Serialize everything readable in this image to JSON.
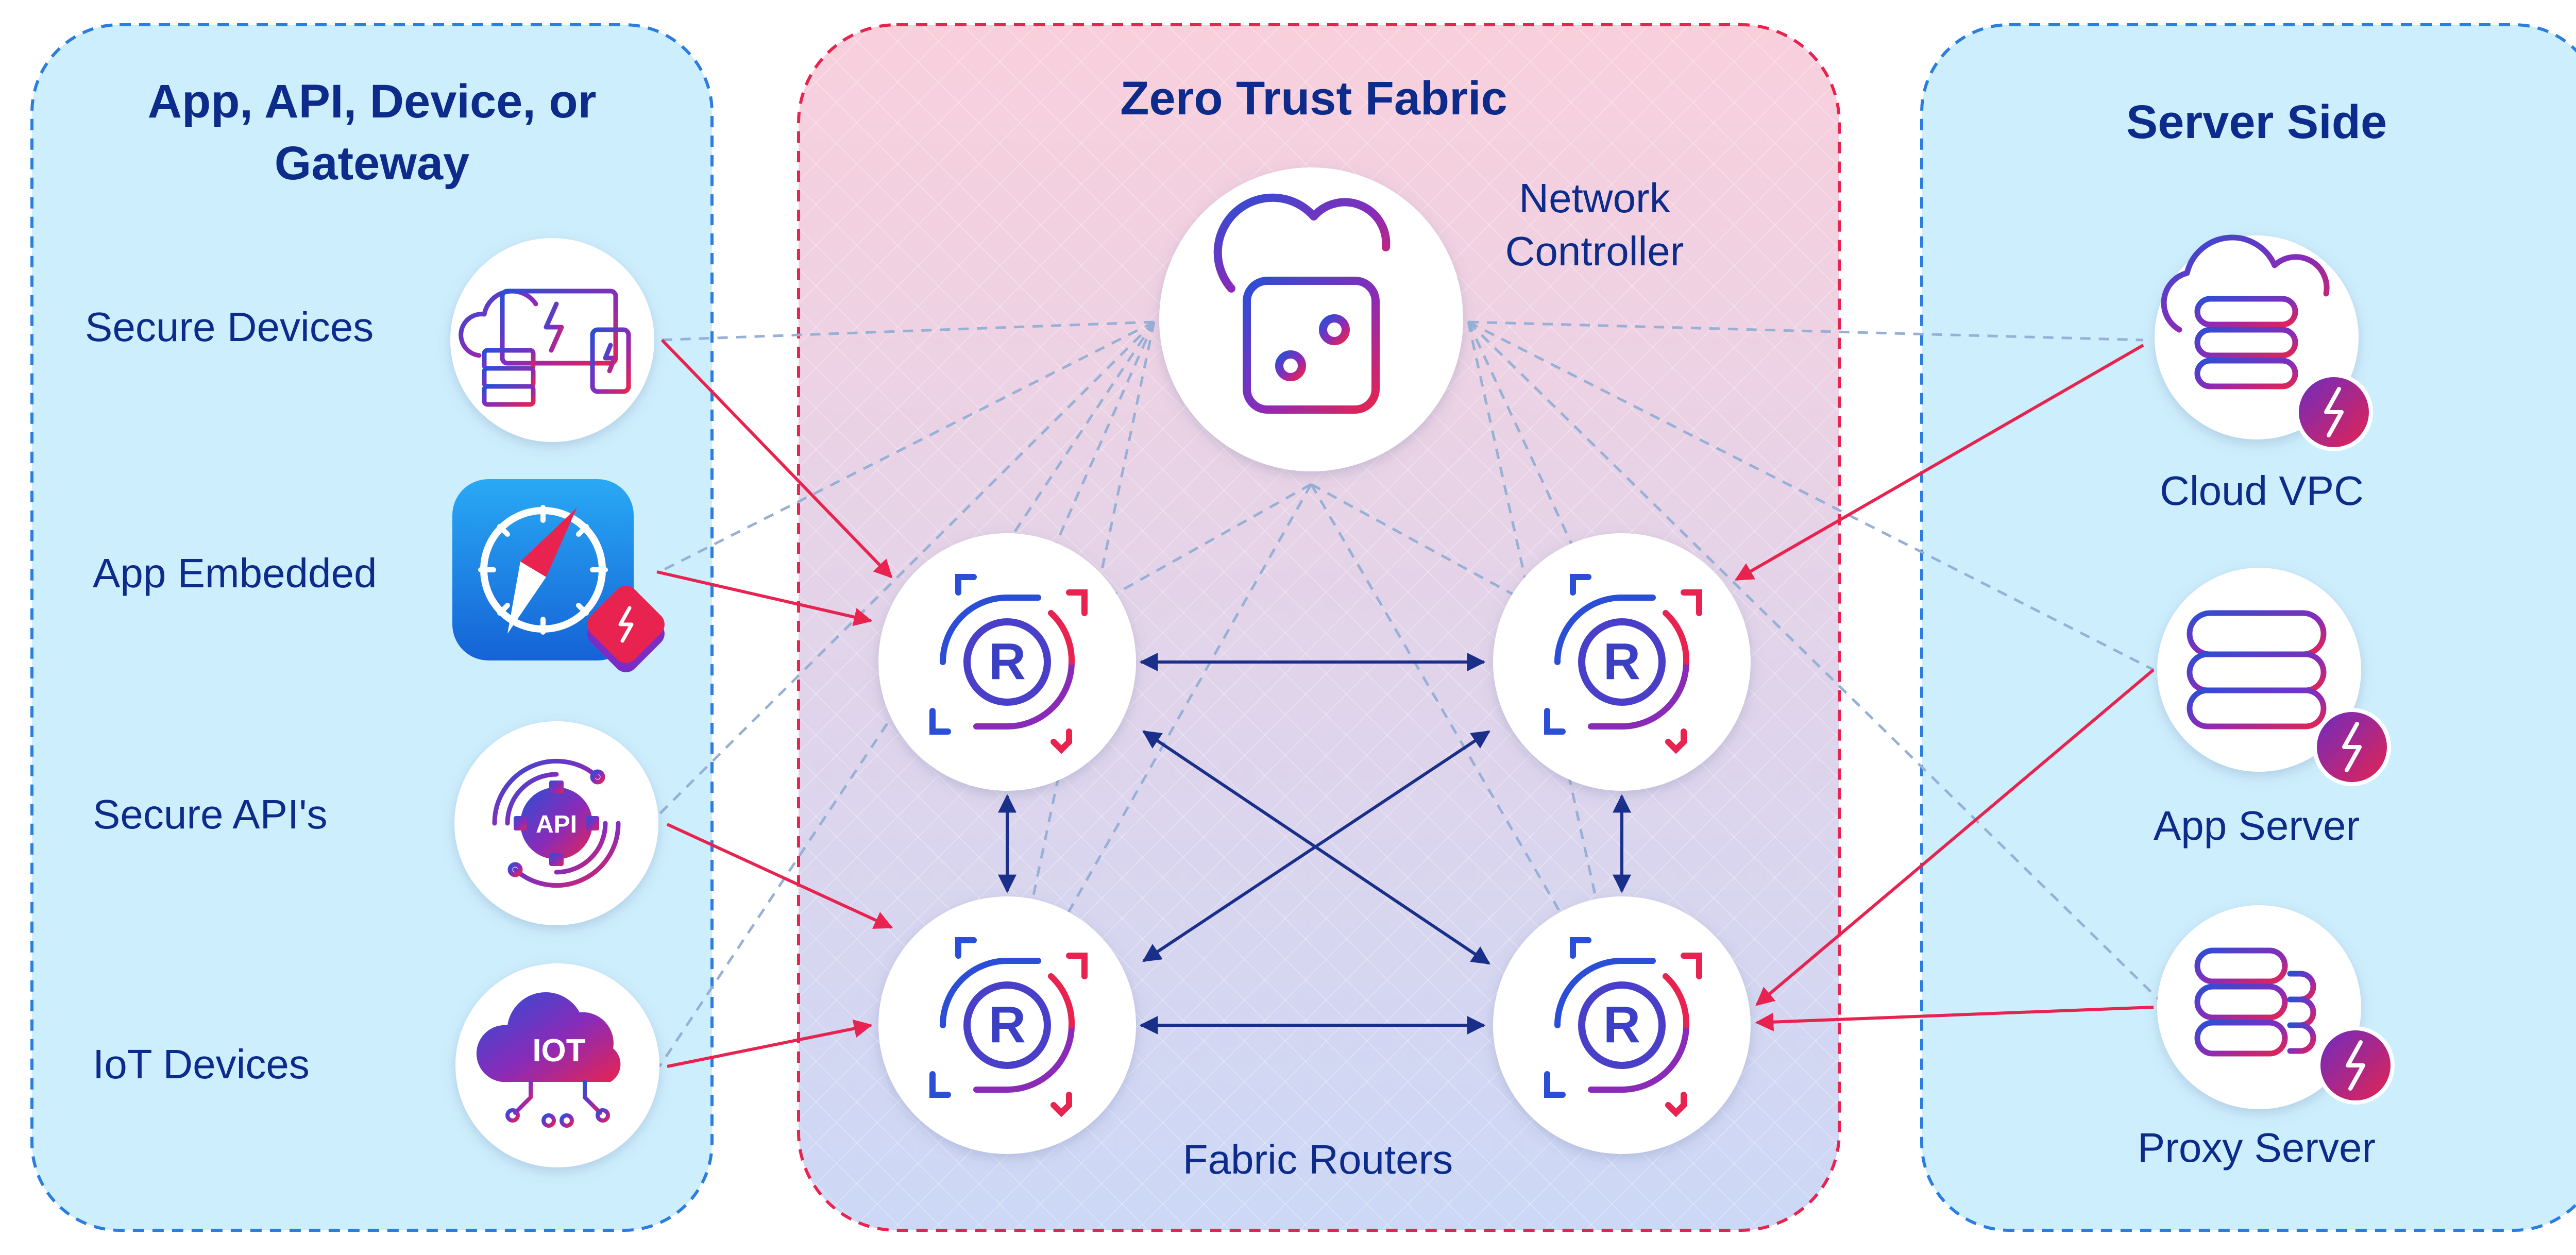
{
  "left_panel": {
    "title_line1": "App, API, Device, or",
    "title_line2": "Gateway",
    "items": [
      {
        "label": "Secure Devices",
        "icon": "devices-icon"
      },
      {
        "label": "App Embedded",
        "icon": "compass-app-icon"
      },
      {
        "label": "Secure API's",
        "icon": "api-gear-icon"
      },
      {
        "label": "IoT Devices",
        "icon": "iot-cloud-icon"
      }
    ]
  },
  "center_panel": {
    "title": "Zero Trust Fabric",
    "controller_label_line1": "Network",
    "controller_label_line2": "Controller",
    "controller_icon": "controller-sliders-icon",
    "routers_label": "Fabric Routers",
    "router_letter": "R"
  },
  "right_panel": {
    "title": "Server Side",
    "items": [
      {
        "label": "Cloud VPC",
        "icon": "cloud-server-icon"
      },
      {
        "label": "App Server",
        "icon": "app-server-icon"
      },
      {
        "label": "Proxy Server",
        "icon": "proxy-server-icon"
      }
    ]
  },
  "iot_icon_text": "IOT",
  "api_icon_text": "API",
  "colors": {
    "panel_fill": "#cdeefd",
    "panel_border": "#2b7de0",
    "fabric_border": "#e8234f",
    "fabric_top": "#f9cfdc",
    "fabric_bottom": "#cdd8f5",
    "title_text": "#0d2b8a",
    "red_arrow": "#e8234f",
    "navy_arrow": "#1a2f8a",
    "dashed_line": "#97b0d6"
  }
}
